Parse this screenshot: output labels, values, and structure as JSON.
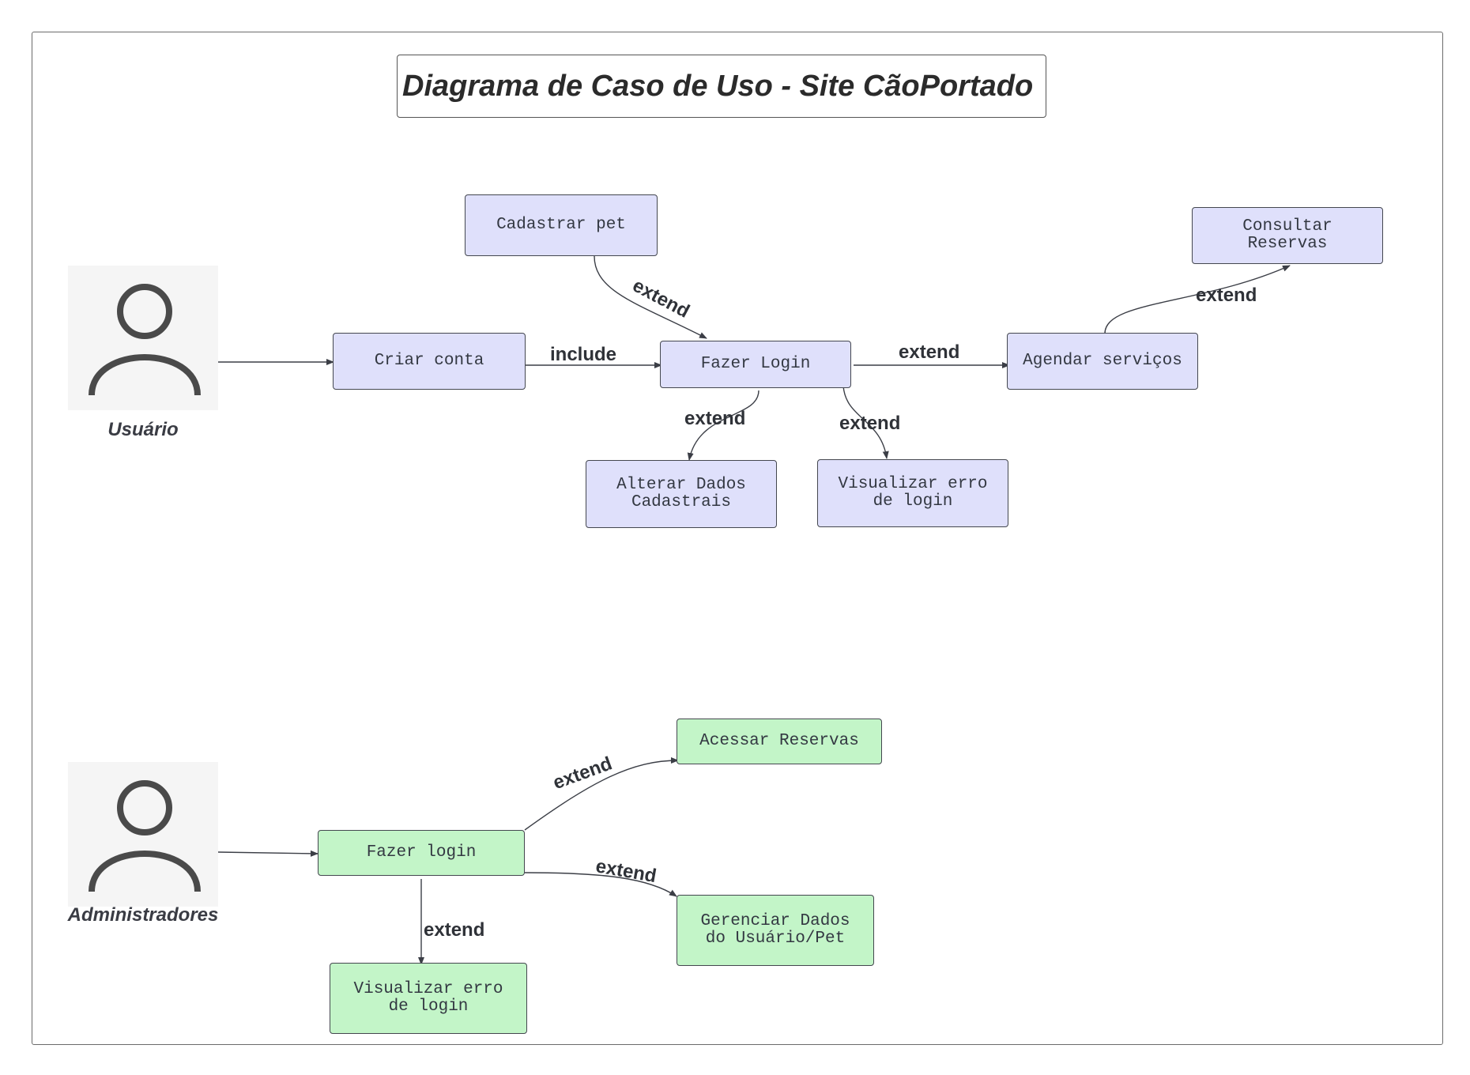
{
  "title": "Diagrama de Caso de Uso - Site CãoPortado",
  "actors": {
    "usuario": "Usuário",
    "administradores": "Administradores"
  },
  "use_cases": {
    "cadastrar_pet": "Cadastrar pet",
    "consultar_reservas": "Consultar\nReservas",
    "criar_conta": "Criar conta",
    "fazer_login_usuario": "Fazer Login",
    "agendar_servicos": "Agendar serviços",
    "alterar_dados": "Alterar Dados\nCadastrais",
    "visualizar_erro_usuario": "Visualizar erro\nde login",
    "acessar_reservas": "Acessar Reservas",
    "fazer_login_admin": "Fazer login",
    "gerenciar_dados": "Gerenciar Dados\ndo Usuário/Pet",
    "visualizar_erro_admin": "Visualizar erro\nde login"
  },
  "edge_labels": {
    "include": "include",
    "cadastrar_extend": "extend",
    "agendar_extend": "extend",
    "consultar_extend": "extend",
    "alterar_extend": "extend",
    "erro_usuario_extend": "extend",
    "acessar_extend": "extend",
    "gerenciar_extend": "extend",
    "erro_admin_extend": "extend"
  },
  "colors": {
    "user_use_case_fill": "#dfe0fb",
    "admin_use_case_fill": "#c3f5c8",
    "stroke": "#44474f"
  }
}
